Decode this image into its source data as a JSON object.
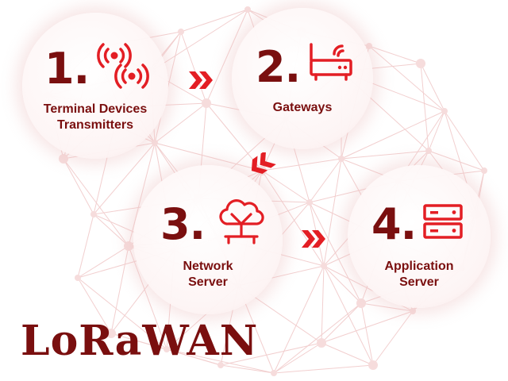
{
  "colors": {
    "accent": "#e31e24",
    "dark": "#7a0f0f",
    "mesh": "#f2cfcf"
  },
  "steps": [
    {
      "number": "1.",
      "label_lines": [
        "Terminal Devices",
        "Transmitters"
      ],
      "icon": "radio-signal-icon"
    },
    {
      "number": "2.",
      "label_lines": [
        "Gateways"
      ],
      "icon": "router-wifi-icon"
    },
    {
      "number": "3.",
      "label_lines": [
        "Network",
        "Server"
      ],
      "icon": "cloud-network-icon"
    },
    {
      "number": "4.",
      "label_lines": [
        "Application",
        "Server"
      ],
      "icon": "server-rack-icon"
    }
  ],
  "brand": "LoRaWAN"
}
